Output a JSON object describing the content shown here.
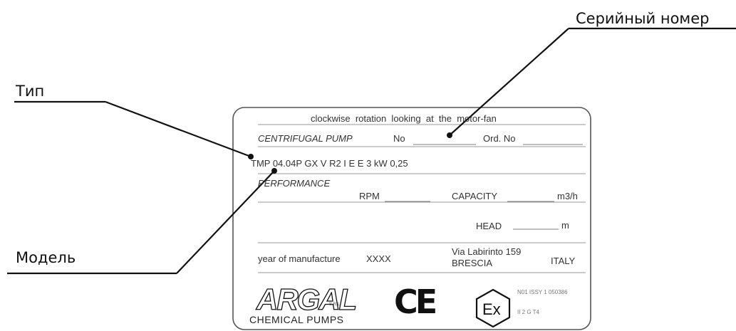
{
  "callouts": {
    "serial": "Серийный номер",
    "type": "Тип",
    "model": "Модель"
  },
  "plate": {
    "rotation": "clockwise  rotation  looking  at  the  motor-fan",
    "pump_label": "CENTRIFUGAL PUMP",
    "no_label": "No",
    "ord_no_label": "Ord. No",
    "model_code": "TMP 04.04P GX V R2 I E E 3 kW 0,25",
    "performance": "PERFORMANCE",
    "rpm": "RPM",
    "capacity": "CAPACITY",
    "capacity_unit": "m3/h",
    "head": "HEAD",
    "head_unit": "m",
    "year_label": "year of manufacture",
    "year_value": "XXXX",
    "address_line1": "Via Labirinto 159",
    "address_line2": "BRESCIA",
    "country": "ITALY",
    "brand": "ARGAL",
    "brand_srl": "S.R.L.",
    "brand_sub": "CHEMICAL PUMPS",
    "ce_mark": "CE",
    "ex_mark": "Ex",
    "cert_line1": "N01 ISSY 1 050386",
    "cert_line2": "II 2 G T4"
  },
  "colors": {
    "line": "#111111",
    "plate_text": "#333333"
  }
}
